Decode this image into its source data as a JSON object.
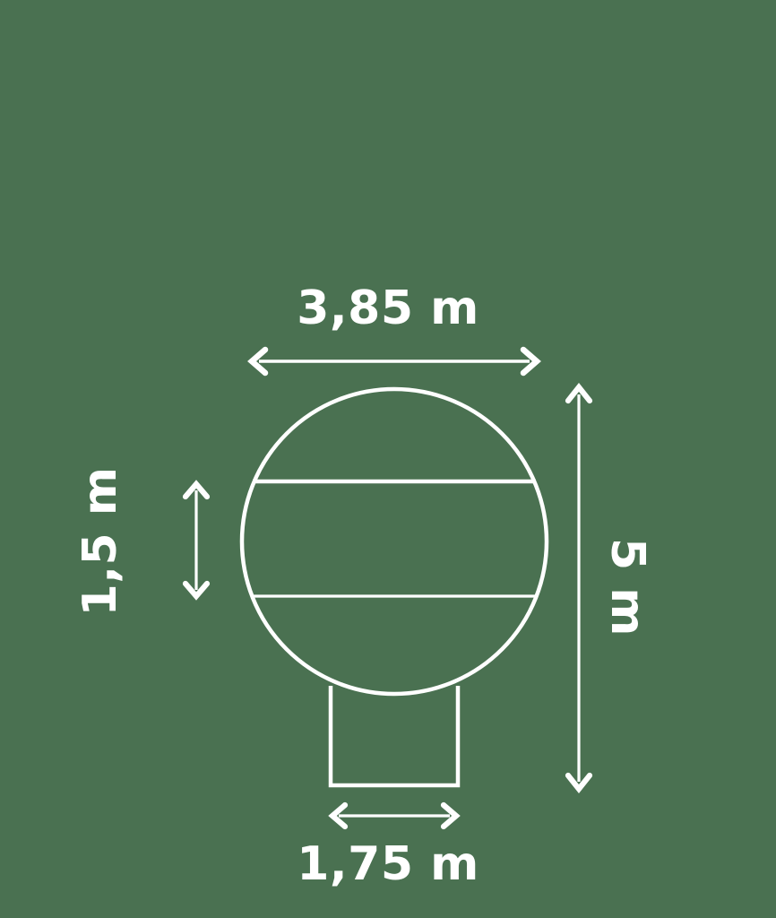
{
  "diagram": {
    "subject": "hot-air-balloon-dimensions",
    "background_color": "#4a7151",
    "stroke_color": "#ffffff",
    "units": "m",
    "labels": {
      "overall_width": "3,85 m",
      "band_height": "1,5 m",
      "overall_height": "5 m",
      "basket_width": "1,75 m"
    },
    "measurements": [
      {
        "name": "overall-width",
        "value": "3,85 m",
        "orientation": "horizontal",
        "position": "top"
      },
      {
        "name": "band-height",
        "value": "1,5 m",
        "orientation": "vertical",
        "position": "left"
      },
      {
        "name": "overall-height",
        "value": "5 m",
        "orientation": "vertical",
        "position": "right"
      },
      {
        "name": "basket-width",
        "value": "1,75 m",
        "orientation": "horizontal",
        "position": "bottom"
      }
    ],
    "shapes": {
      "envelope": "circle",
      "basket": "open-top-rectangle",
      "band_lines": 2
    }
  }
}
